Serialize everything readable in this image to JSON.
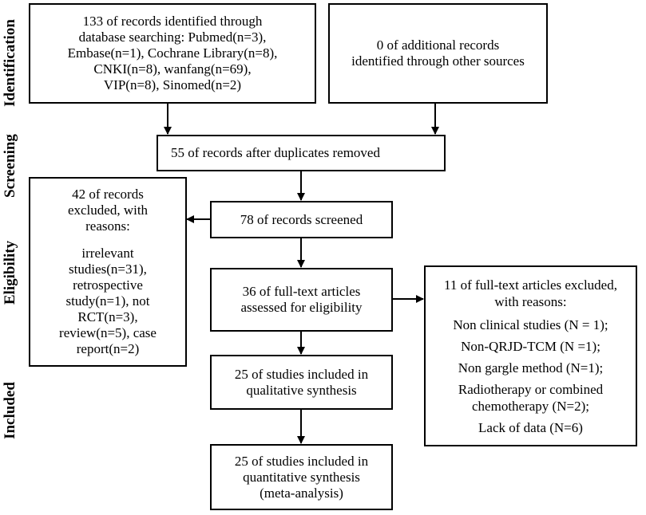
{
  "stages": {
    "identification": "Identification",
    "screening": "Screening",
    "eligibility": "Eligibility",
    "included": "Included"
  },
  "boxes": {
    "database_search": [
      "133 of records identified through",
      "database searching: Pubmed(n=3),",
      "Embase(n=1), Cochrane Library(n=8),",
      "CNKI(n=8), wanfang(n=69),",
      "VIP(n=8), Sinomed(n=2)"
    ],
    "other_sources": [
      "0 of additional records",
      "identified through other sources"
    ],
    "duplicates_removed": [
      "55 of records after duplicates removed"
    ],
    "screened": [
      "78 of records screened"
    ],
    "excluded_records": {
      "head": [
        "42 of records",
        "excluded, with",
        "reasons:"
      ],
      "reasons": [
        "irrelevant",
        "studies(n=31),",
        "retrospective",
        "study(n=1), not",
        "RCT(n=3),",
        "review(n=5), case",
        "report(n=2)"
      ]
    },
    "full_text_assessed": [
      "36 of full-text articles",
      "assessed for eligibility"
    ],
    "full_text_excluded": {
      "head": [
        "11 of full-text articles excluded,",
        "with reasons:"
      ],
      "reasons": [
        "Non clinical studies (N = 1);",
        "Non-QRJD-TCM (N =1);",
        "Non gargle method (N=1);",
        "Radiotherapy or combined",
        "chemotherapy (N=2);",
        "Lack of data (N=6)"
      ]
    },
    "qualitative": [
      "25 of studies included in",
      "qualitative synthesis"
    ],
    "quantitative": [
      "25 of studies included in",
      "quantitative synthesis",
      "(meta-analysis)"
    ]
  },
  "colors": {
    "line": "#000000",
    "background": "#ffffff"
  }
}
